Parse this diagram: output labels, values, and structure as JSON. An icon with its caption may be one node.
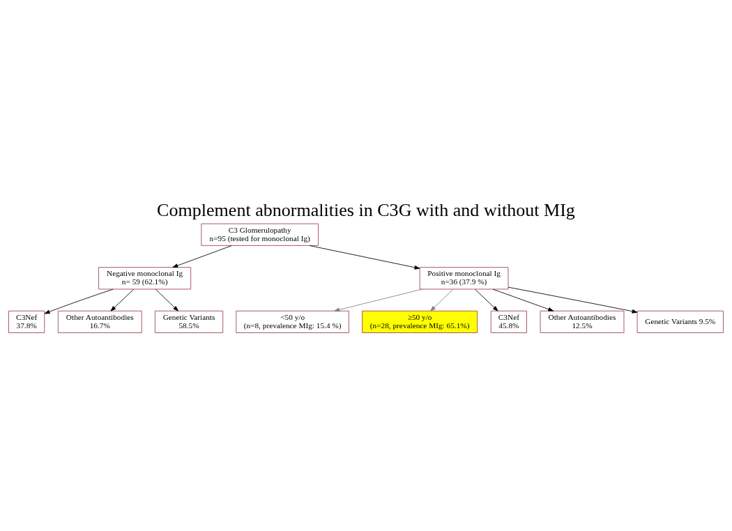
{
  "diagram": {
    "title": "Complement abnormalities in C3G with and without MIg",
    "nodes": [
      {
        "text": [
          "C3 Glomerulopathy",
          "n=95 (tested for monoclonal Ig)"
        ]
      },
      {
        "text": [
          "Negative monoclonal Ig",
          "n= 59 (62.1%)"
        ]
      },
      {
        "text": [
          "Positive monoclonal Ig",
          "n=36 (37.9 %)"
        ]
      },
      {
        "text": [
          "<50 y/o",
          "(n=8, prevalence MIg: 15.4 %)"
        ]
      },
      {
        "text": [
          "≥50 y/o",
          "(n=28, prevalence MIg: 65.1%)"
        ]
      },
      {
        "text": [
          "C3Nef 37.8%"
        ]
      },
      {
        "text": [
          "Other Autoantibodies 16.7%"
        ]
      },
      {
        "text": [
          "Genetic Variants 58.5%"
        ]
      },
      {
        "text": [
          "C3Nef 45.8%"
        ]
      },
      {
        "text": [
          "Other Autoantibodies 12.5%"
        ]
      },
      {
        "text": [
          "Genetic Variants 9.5%"
        ]
      }
    ],
    "edges": [
      {
        "from": 0,
        "to": 1,
        "arrow": "to"
      },
      {
        "from": 0,
        "to": 2,
        "arrow": "to"
      },
      {
        "from": 2,
        "to": 3,
        "arrow": "to",
        "color": "#808080"
      },
      {
        "from": 2,
        "to": 4,
        "arrow": "to",
        "color": "#808080"
      },
      {
        "from": 1,
        "to": 5,
        "arrow": "to"
      },
      {
        "from": 1,
        "to": 6,
        "arrow": "to"
      },
      {
        "from": 1,
        "to": 7,
        "arrow": "to"
      },
      {
        "from": 2,
        "to": 8,
        "arrow": "to"
      },
      {
        "from": 2,
        "to": 9,
        "arrow": "to"
      },
      {
        "from": 2,
        "to": 10,
        "arrow": "to"
      }
    ]
  }
}
